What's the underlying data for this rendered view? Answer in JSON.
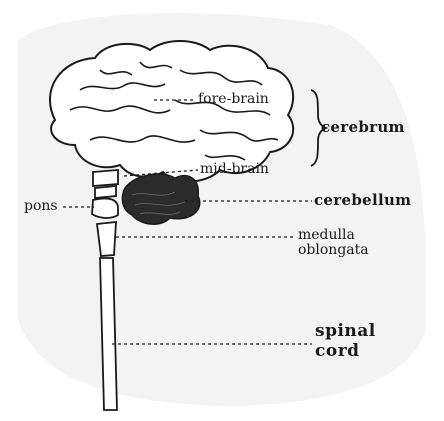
{
  "labels": {
    "fore_brain": "fore-brain",
    "mid_brain": "mid-brain",
    "cerebrum": "cerebrum",
    "pons": "pons",
    "cerebellum": "cerebellum",
    "medulla": "medulla",
    "oblongata": "oblongata",
    "spinal": "spinal",
    "cord": "cord"
  },
  "colors": {
    "ink": "#1a1a1a",
    "paper_shade": "#e7e7e7",
    "cerebellum_fill": "#2b2b2b"
  }
}
